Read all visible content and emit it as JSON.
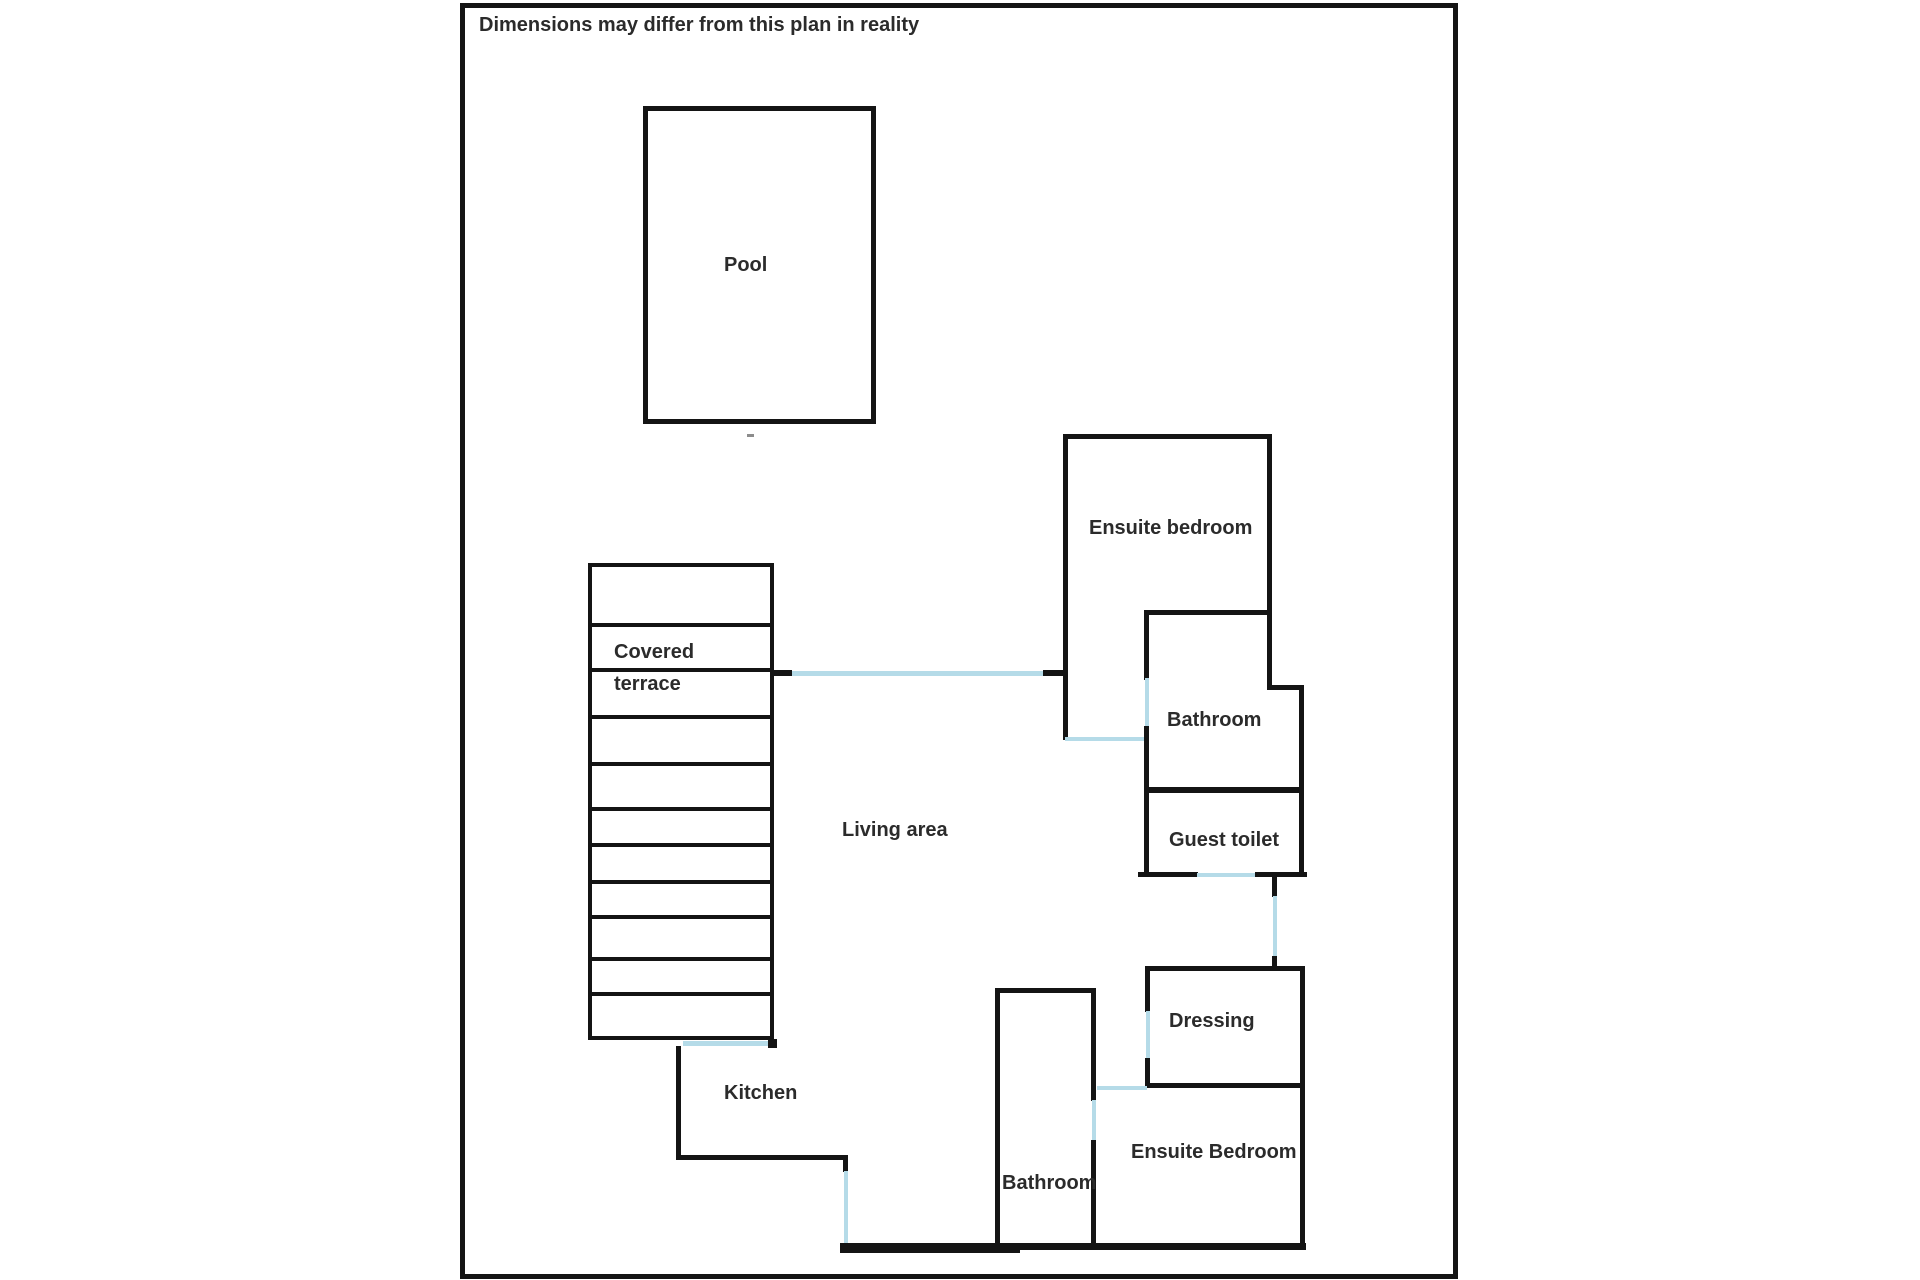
{
  "disclaimer": "Dimensions may differ from this plan in reality",
  "colors": {
    "wall": "#141414",
    "door": "#b5dbe8",
    "text": "#2b2b2b",
    "background": "#ffffff",
    "step_mark": "#8c8c8c"
  },
  "rooms": {
    "pool": "Pool",
    "covered_terrace": {
      "line1": "Covered",
      "line2": "terrace"
    },
    "living_area": "Living area",
    "ensuite_bedroom_top": "Ensuite bedroom",
    "bathroom_top": "Bathroom",
    "guest_toilet": "Guest toilet",
    "dressing": "Dressing",
    "ensuite_bedroom_bottom": "Ensuite Bedroom",
    "bathroom_bottom": "Bathroom",
    "kitchen": "Kitchen"
  }
}
